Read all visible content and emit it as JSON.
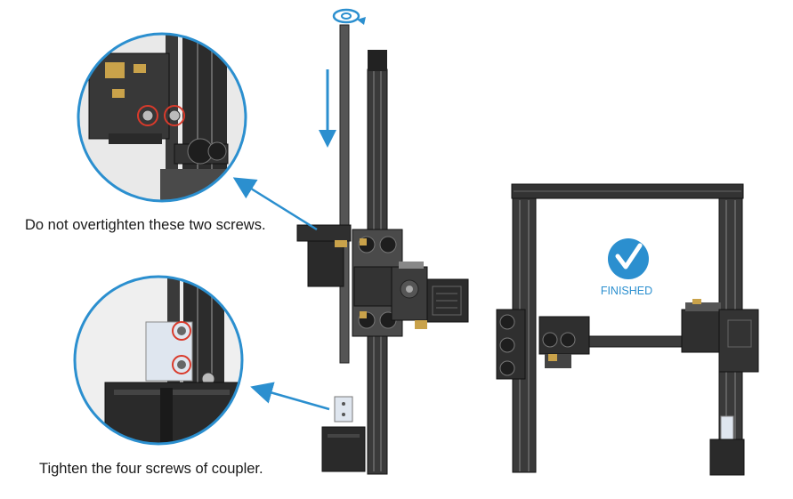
{
  "instructions": {
    "screws_note": "Do not overtighten these two screws.",
    "coupler_note": "Tighten the four screws of coupler."
  },
  "status": {
    "label": "FINISHED",
    "icon": "checkmark-circle-icon"
  },
  "colors": {
    "accent": "#2b8fcf",
    "highlight": "#d93a2b",
    "frame": "#2e2e2e",
    "brass": "#c9a24a"
  }
}
